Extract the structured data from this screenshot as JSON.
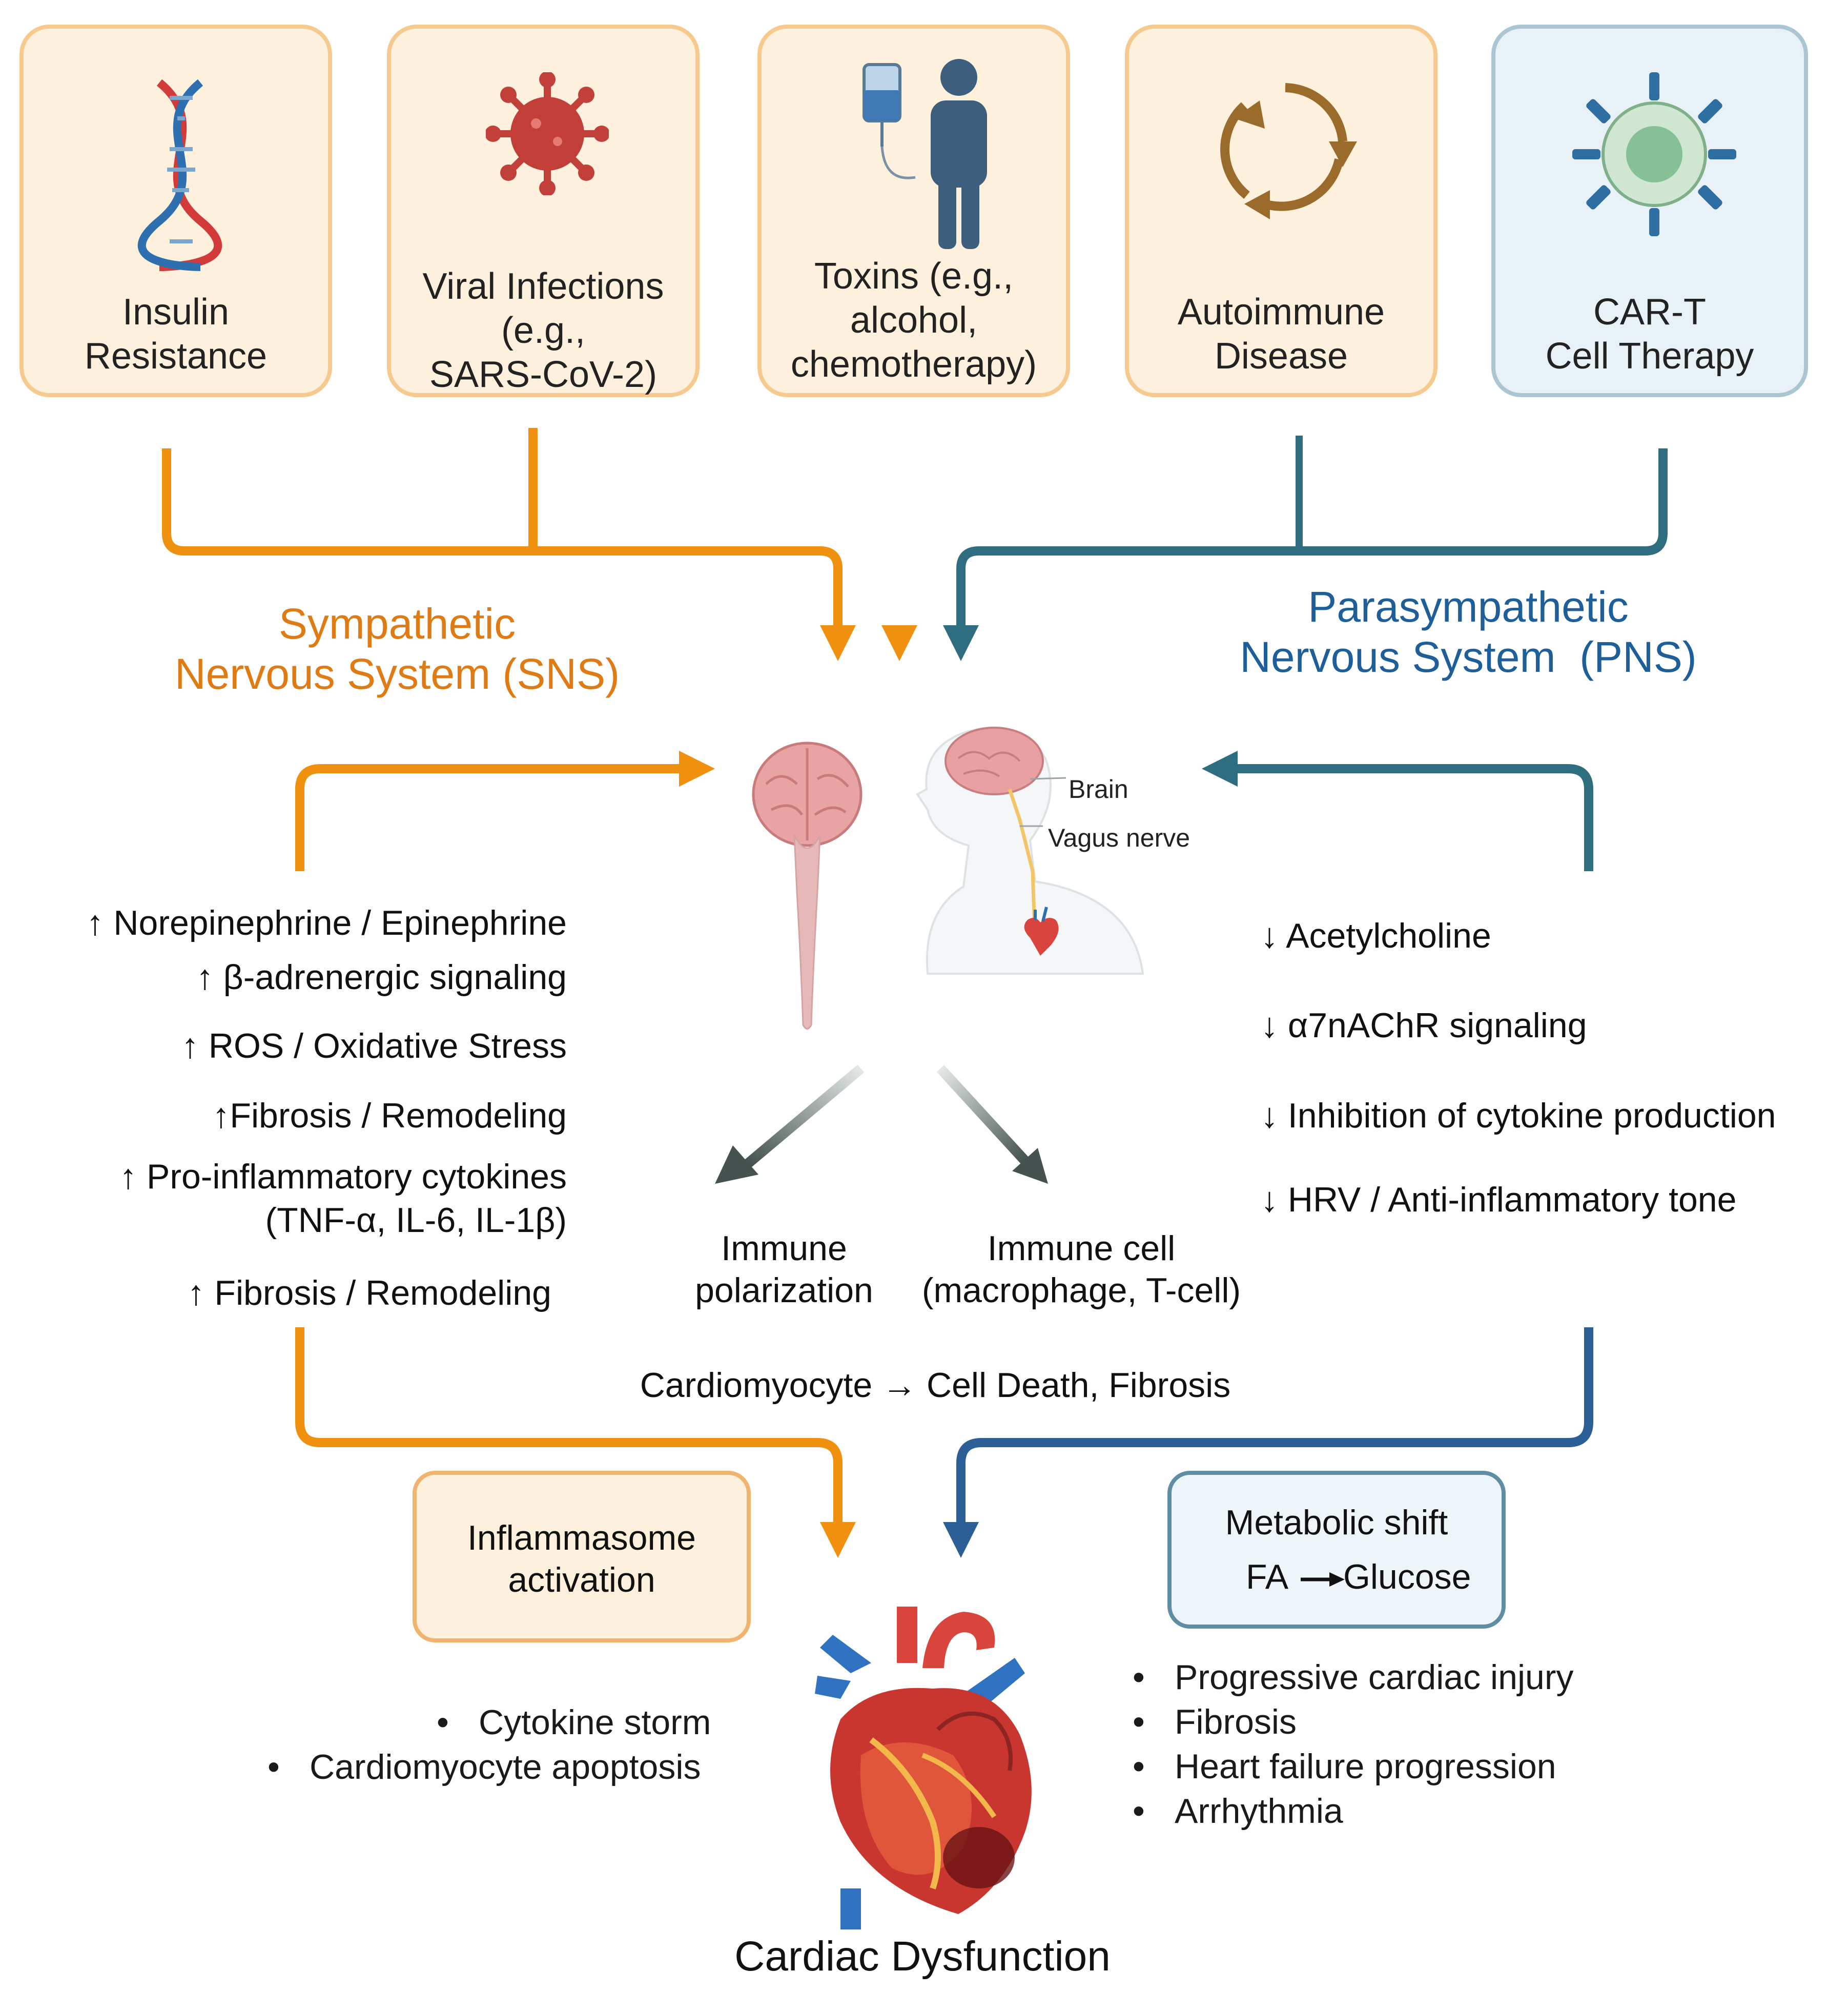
{
  "triggers": [
    {
      "id": "insulin",
      "lines": [
        "Insulin",
        "Resistance"
      ]
    },
    {
      "id": "viral",
      "lines": [
        "Viral Infections",
        "(e.g.,",
        "SARS-CoV-2)"
      ]
    },
    {
      "id": "toxins",
      "lines": [
        "Toxins (e.g.,",
        "alcohol,",
        "chemotherapy)"
      ]
    },
    {
      "id": "autoimmune",
      "lines": [
        "Autoimmune",
        "Disease"
      ]
    },
    {
      "id": "cart",
      "lines": [
        "CAR-T",
        "Cell Therapy"
      ]
    }
  ],
  "sns": {
    "title_lines": [
      "Sympathetic",
      "Nervous System (SNS)"
    ],
    "effects": [
      "↑ Norepinephrine / Epinephrine",
      "↑ β-adrenergic signaling",
      "↑ ROS / Oxidative Stress",
      "↑Fibrosis / Remodeling",
      "↑ Pro-inflammatory cytokines",
      "(TNF-α, IL-6, IL-1β)",
      "↑ Fibrosis / Remodeling"
    ]
  },
  "pns": {
    "title_lines": [
      "Parasympathetic",
      "Nervous System  (PNS)"
    ],
    "effects": [
      "↓ Acetylcholine",
      "↓ α7nAChR signaling",
      "↓ Inhibition of cytokine production",
      "↓ HRV / Anti-inflammatory tone"
    ]
  },
  "center": {
    "brain_label": "Brain",
    "vagus_label": "Vagus nerve",
    "immune_polarization": [
      "Immune",
      "polarization"
    ],
    "immune_cell": [
      "Immune cell",
      "(macrophage, T-cell)"
    ],
    "cardiomyocyte": "Cardiomyocyte → Cell Death, Fibrosis"
  },
  "inflammasome": [
    "Inflammasome",
    "activation"
  ],
  "metabolic": [
    "Metabolic shift",
    "FA",
    "Glucose"
  ],
  "left_outcomes": [
    "Cytokine storm",
    "Cardiomyocyte apoptosis"
  ],
  "right_outcomes": [
    "Progressive cardiac injury",
    "Fibrosis",
    "Heart failure progression",
    "Arrhythmia"
  ],
  "caption": "Cardiac Dysfunction",
  "colors": {
    "sns_orange": "#f0900f",
    "sns_title": "#e07a12",
    "pns_teal": "#2f6e80",
    "pns_title": "#1f5f99",
    "pns_blue_lower": "#2b5f96",
    "gray_arrow": "#4a5a58"
  }
}
